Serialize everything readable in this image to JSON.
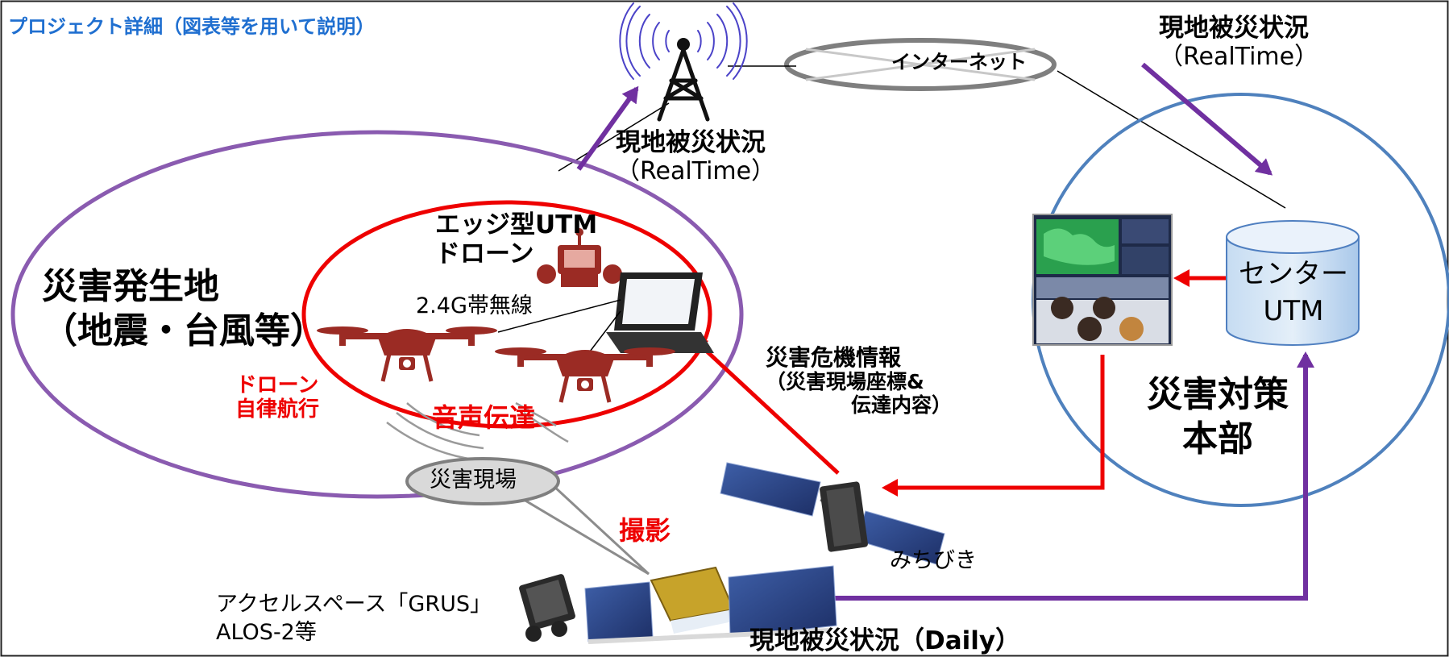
{
  "title": "プロジェクト詳細（図表等を用いて説明）",
  "internet_label": "インターネット",
  "realtime_top": {
    "line1": "現地被災状況",
    "line2": "（RealTime）"
  },
  "realtime_mid": {
    "line1": "現地被災状況",
    "line2": "（RealTime）"
  },
  "disaster_area": {
    "line1": "災害発生地",
    "line2": "（地震・台風等）"
  },
  "edge_utm": {
    "line1": "エッジ型UTM",
    "line2": "ドローン"
  },
  "wireless_label": "2.4G帯無線",
  "autonomous": {
    "line1": "ドローン",
    "line2": "自律航行"
  },
  "voice_label": "音声伝達",
  "crisis_info": {
    "line1": "災害危機情報",
    "line2": "（災害現場座標&",
    "line3": "伝達内容）"
  },
  "site_label": "災害現場",
  "photo_label": "撮影",
  "michibiki_label": "みちびき",
  "grus": {
    "line1": "アクセルスペース「GRUS」",
    "line2": "ALOS-2等"
  },
  "daily_label": "現地被災状況（Daily）",
  "center_utm": {
    "line1": "センター",
    "line2": "UTM"
  },
  "hq": {
    "line1": "災害対策",
    "line2": "本部"
  },
  "colors": {
    "title": "#1f6fd0",
    "purple": "#7030a0",
    "red": "#ee0000",
    "hq_circle": "#4f81bd",
    "drone": "#9b2b24"
  }
}
